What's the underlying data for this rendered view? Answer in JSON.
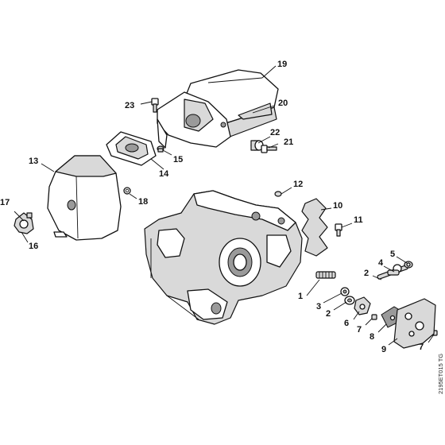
{
  "diagram": {
    "document_code": "2195ET015 TG",
    "callouts": [
      {
        "id": "19",
        "label": "19"
      },
      {
        "id": "23",
        "label": "23"
      },
      {
        "id": "20",
        "label": "20"
      },
      {
        "id": "22",
        "label": "22"
      },
      {
        "id": "21",
        "label": "21"
      },
      {
        "id": "15",
        "label": "15"
      },
      {
        "id": "14",
        "label": "14"
      },
      {
        "id": "13",
        "label": "13"
      },
      {
        "id": "18",
        "label": "18"
      },
      {
        "id": "17",
        "label": "17"
      },
      {
        "id": "16",
        "label": "16"
      },
      {
        "id": "12",
        "label": "12"
      },
      {
        "id": "10",
        "label": "10"
      },
      {
        "id": "11",
        "label": "11"
      },
      {
        "id": "5",
        "label": "5"
      },
      {
        "id": "4",
        "label": "4"
      },
      {
        "id": "2a",
        "label": "2"
      },
      {
        "id": "1",
        "label": "1"
      },
      {
        "id": "3",
        "label": "3"
      },
      {
        "id": "2b",
        "label": "2"
      },
      {
        "id": "6",
        "label": "6"
      },
      {
        "id": "7a",
        "label": "7"
      },
      {
        "id": "8",
        "label": "8"
      },
      {
        "id": "9",
        "label": "9"
      },
      {
        "id": "7b",
        "label": "7"
      }
    ]
  }
}
